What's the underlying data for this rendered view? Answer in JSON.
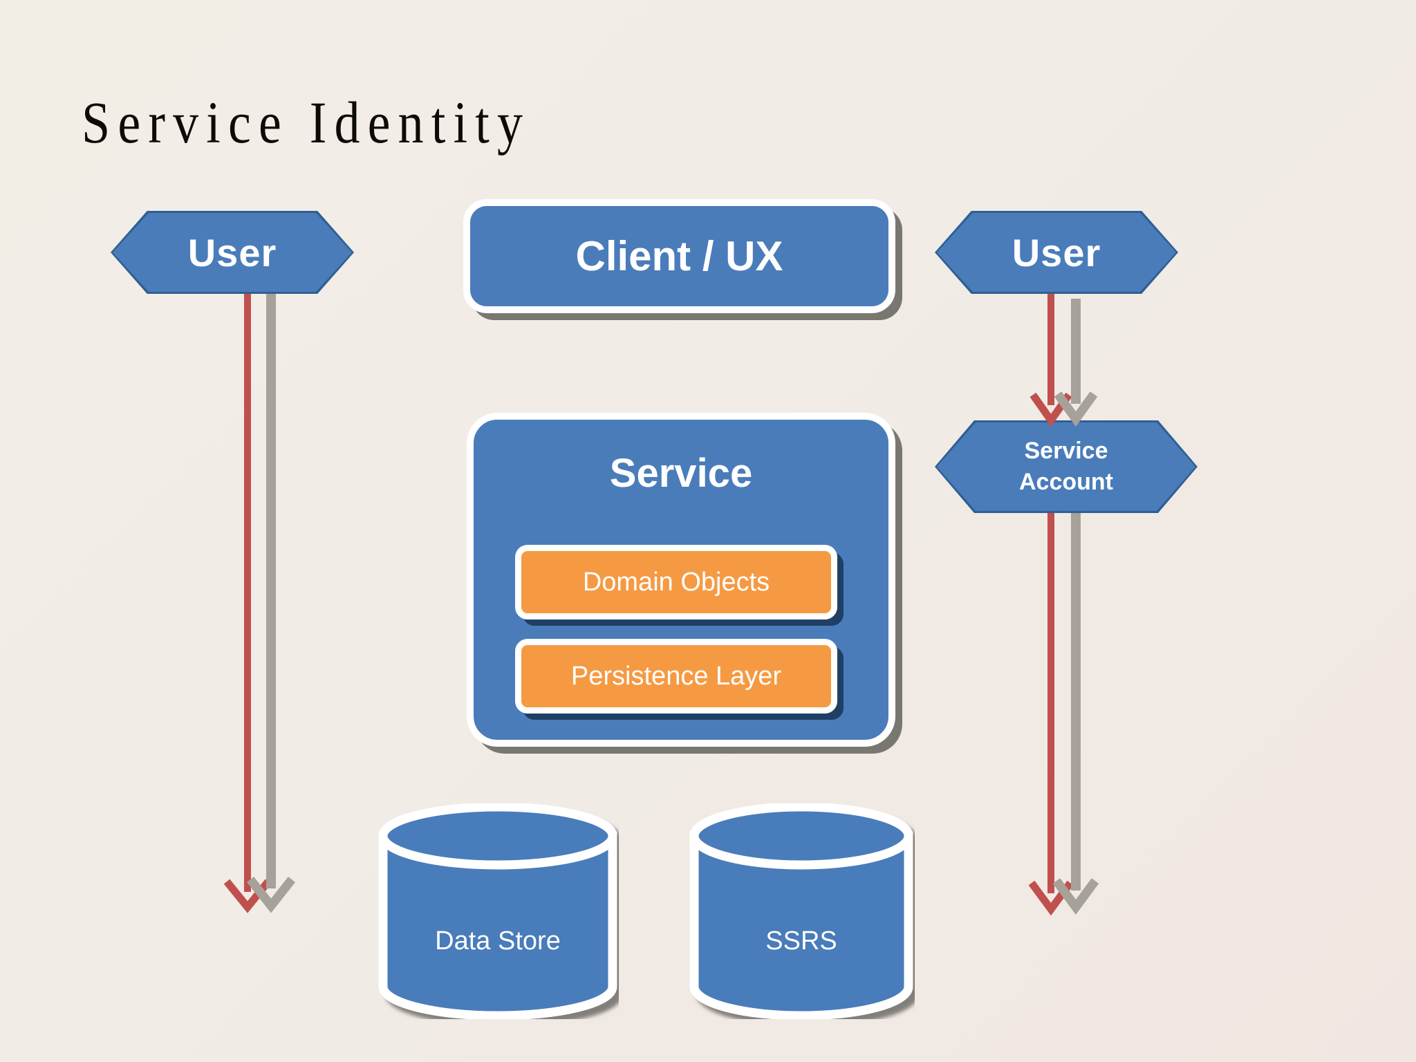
{
  "slide": {
    "title": "Service Identity",
    "background_color": "#f1ece5"
  },
  "palette": {
    "shape_blue": "#4a7cba",
    "shape_blue_border": "#2e5f94",
    "accent_orange": "#f59a43",
    "orange_shadow": "#1f3f63",
    "shape_white_border": "#ffffff",
    "card_shadow": "#6e6c66",
    "arrow_red": "#c0504d",
    "arrow_gray": "#a6a199",
    "title_color": "#0d0b08",
    "label_color": "#ffffff"
  },
  "nodes": {
    "user_left": {
      "label": "User",
      "shape": "hexagon"
    },
    "user_right": {
      "label": "User",
      "shape": "hexagon"
    },
    "service_account": {
      "label": "Service\nAccount",
      "line1": "Service",
      "line2": "Account",
      "shape": "hexagon"
    },
    "client_ux": {
      "label": "Client / UX",
      "shape": "rounded-rectangle"
    },
    "service": {
      "label": "Service",
      "shape": "rounded-rectangle"
    },
    "domain_objects": {
      "label": "Domain Objects",
      "shape": "rounded-rectangle"
    },
    "persistence_layer": {
      "label": "Persistence Layer",
      "shape": "rounded-rectangle"
    },
    "data_store": {
      "label": "Data Store",
      "shape": "cylinder"
    },
    "ssrs": {
      "label": "SSRS",
      "shape": "cylinder"
    }
  },
  "connectors": [
    {
      "name": "user-left-red",
      "from": "user_left",
      "color": "#c0504d",
      "style": "arrow-down"
    },
    {
      "name": "user-left-gray",
      "from": "user_left",
      "color": "#a6a199",
      "style": "arrow-down"
    },
    {
      "name": "user-right-to-service-account-red",
      "from": "user_right",
      "to": "service_account",
      "color": "#c0504d",
      "style": "arrow-down"
    },
    {
      "name": "user-right-to-service-account-gray",
      "from": "user_right",
      "to": "service_account",
      "color": "#a6a199",
      "style": "arrow-down"
    },
    {
      "name": "service-account-down-red",
      "from": "service_account",
      "color": "#c0504d",
      "style": "arrow-down"
    },
    {
      "name": "service-account-down-gray",
      "from": "service_account",
      "color": "#a6a199",
      "style": "arrow-down"
    }
  ]
}
